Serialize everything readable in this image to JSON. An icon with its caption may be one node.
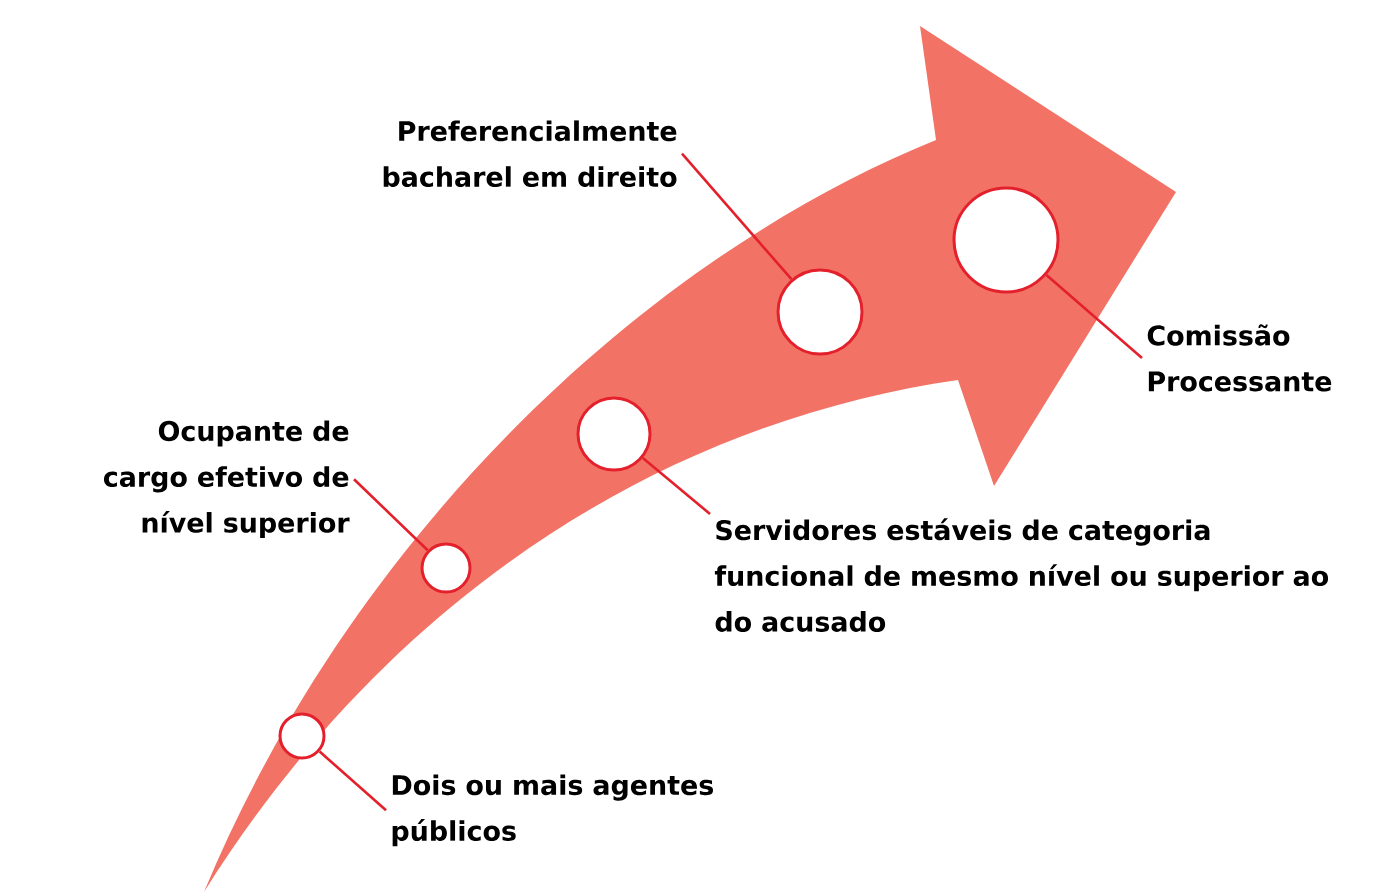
{
  "diagram": {
    "nodes": [
      {
        "text": [
          "Preferencialmente bacharel em direito"
        ]
      },
      {
        "text": [
          "Ocupante de cargo efetivo de nível superior"
        ]
      },
      {
        "text": [
          "Comissão Processante"
        ]
      },
      {
        "text": [
          "Servidores estáveis de categoria funcional de mesmo nível ou superior ao do acusado"
        ]
      },
      {
        "text": [
          "Dois ou mais agentes públicos"
        ]
      },
      {
        "text": [],
        "shape": "circle"
      },
      {
        "text": [],
        "shape": "circle"
      },
      {
        "text": [],
        "shape": "circle"
      },
      {
        "text": [],
        "shape": "circle"
      },
      {
        "text": [],
        "shape": "circle"
      }
    ],
    "edges": [
      {
        "from": 4,
        "to": 5,
        "arrow": "none"
      },
      {
        "from": 1,
        "to": 6,
        "arrow": "none"
      },
      {
        "from": 3,
        "to": 7,
        "arrow": "none"
      },
      {
        "from": 0,
        "to": 8,
        "arrow": "none"
      },
      {
        "from": 2,
        "to": 9,
        "arrow": "none"
      }
    ]
  }
}
